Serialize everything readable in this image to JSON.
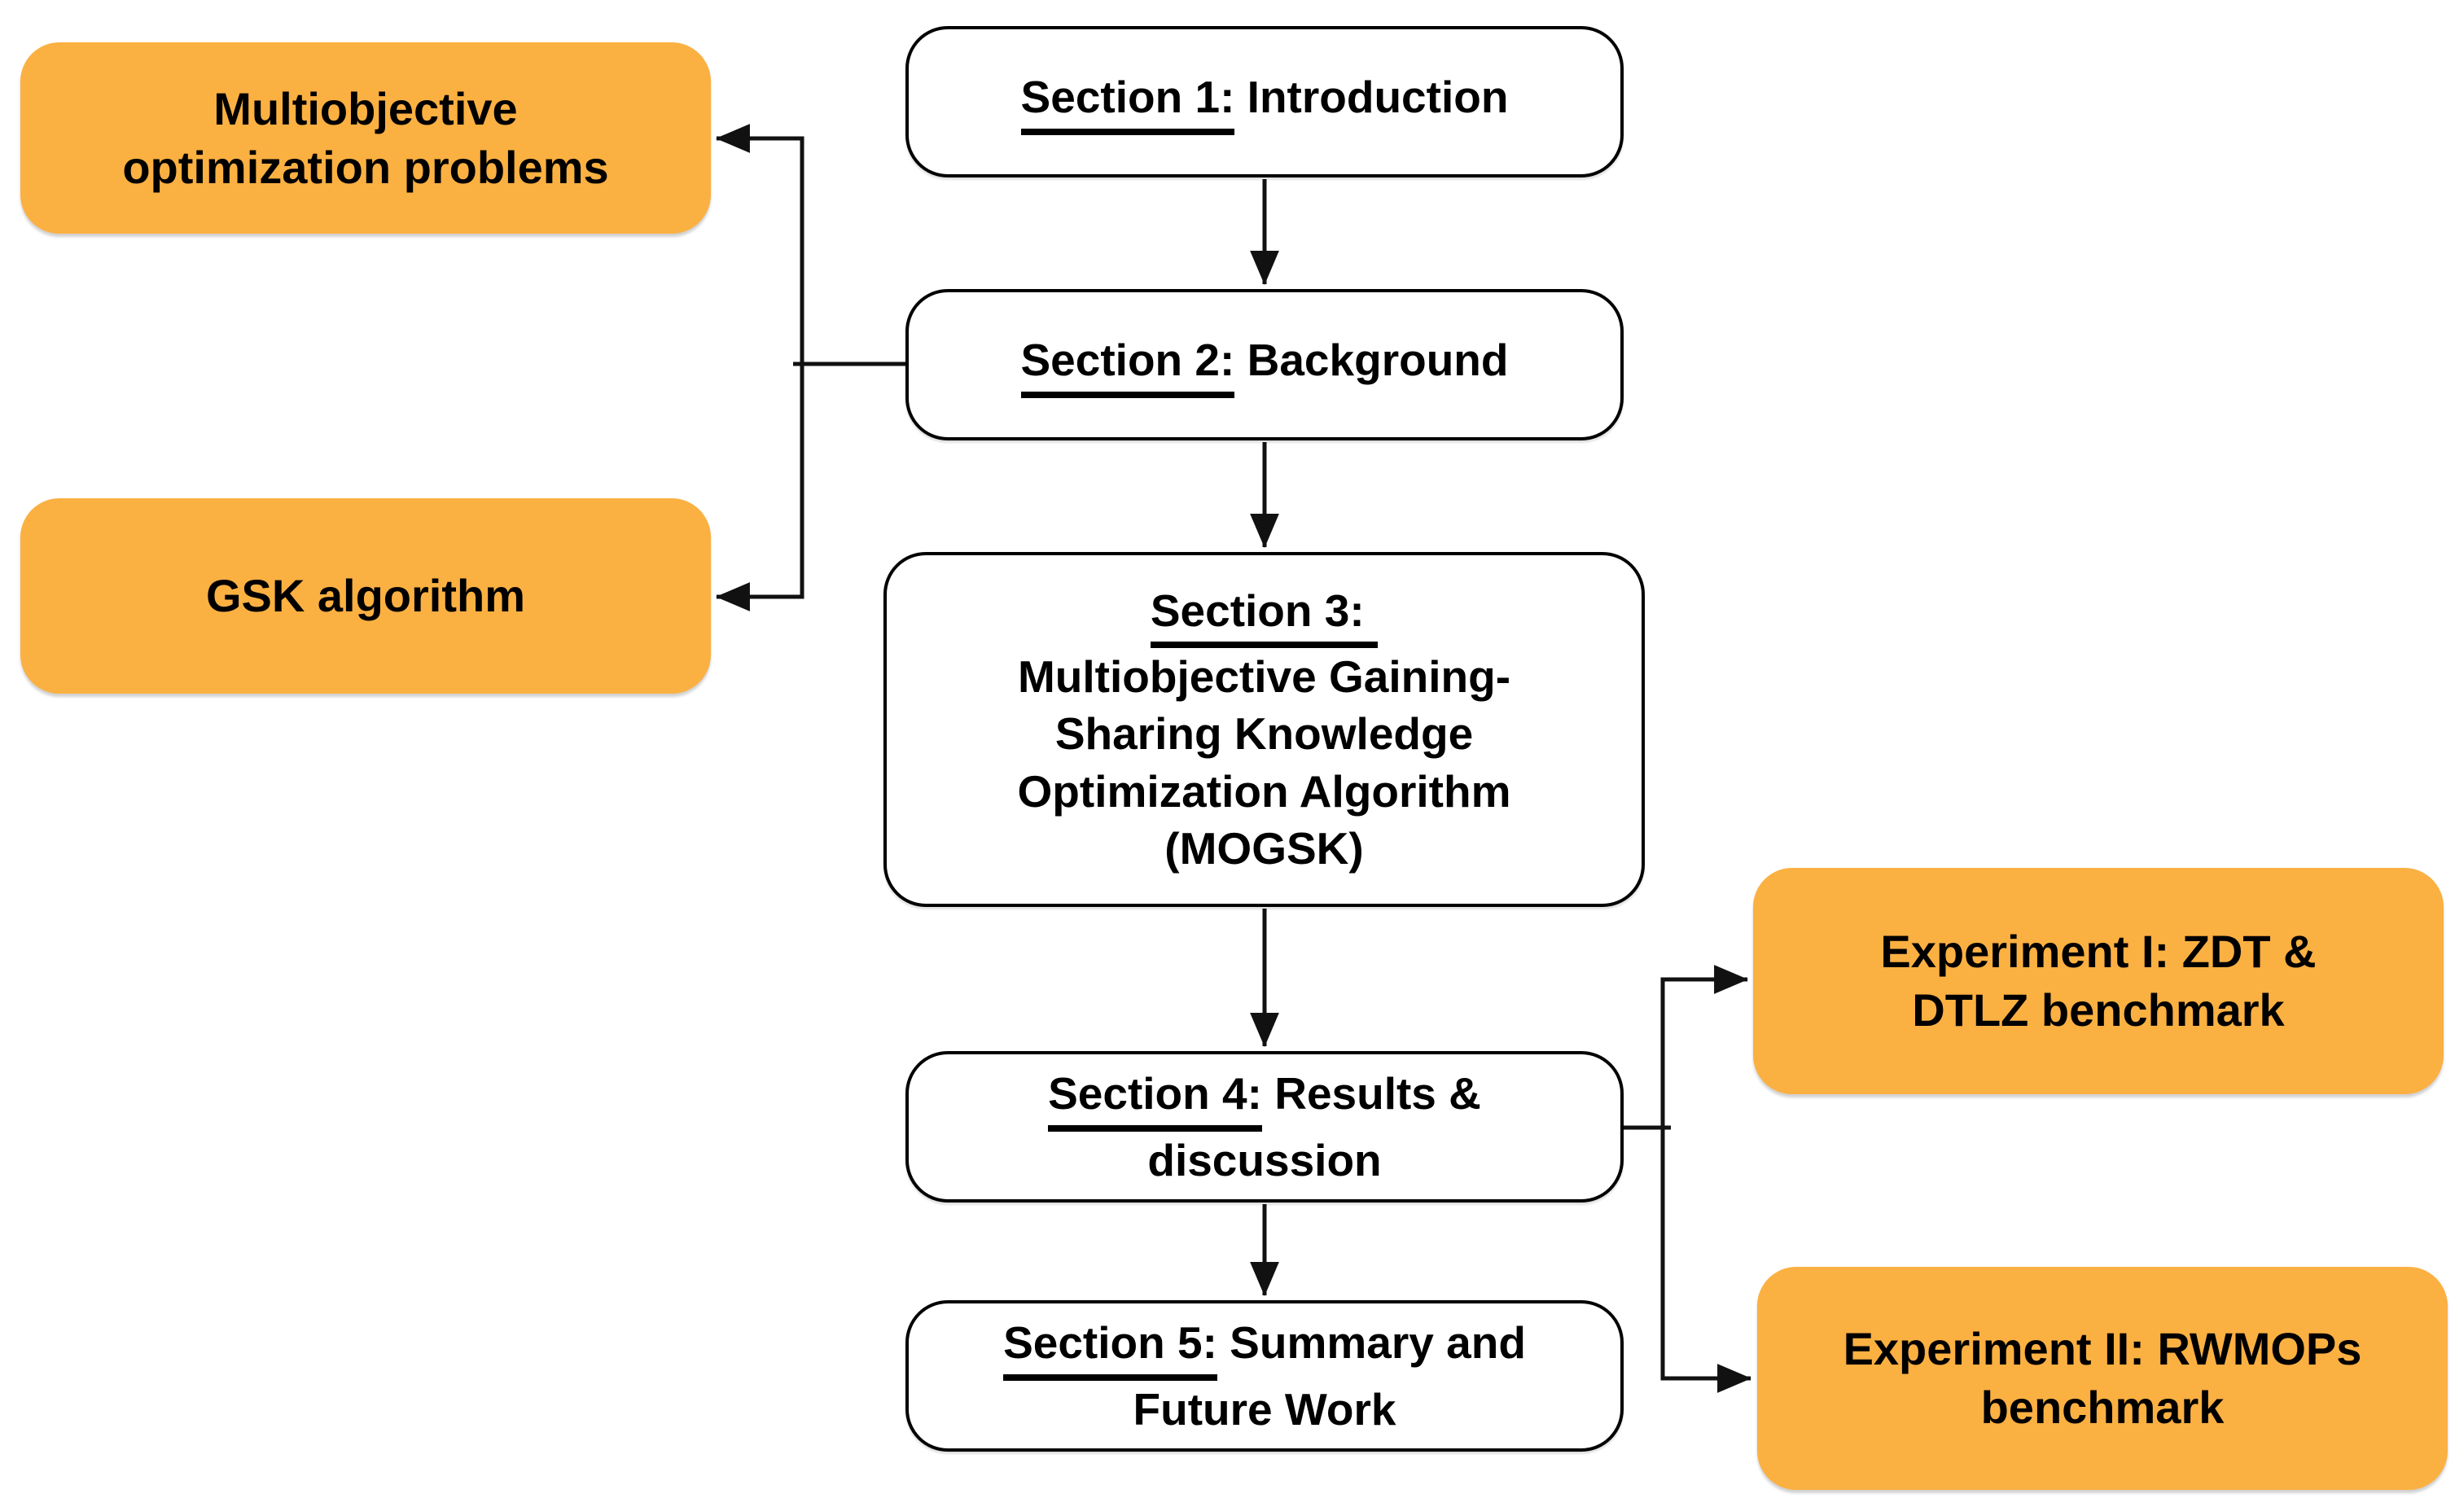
{
  "figure": {
    "kind": "paper-structure-flowchart"
  },
  "colors": {
    "topic_fill": "#FBB042",
    "section_fill": "#FFFFFF",
    "outline": "#000000",
    "text": "#000000"
  },
  "sections": [
    {
      "prefix": "Section 1:",
      "title": " Introduction"
    },
    {
      "prefix": "Section 2:",
      "title": " Background"
    },
    {
      "prefix": "Section 3:",
      "title": "Multiobjective Gaining-\nSharing Knowledge\nOptimization Algorithm\n(MOGSK)"
    },
    {
      "prefix": "Section 4:",
      "title": " Results &\ndiscussion"
    },
    {
      "prefix": "Section 5:",
      "title": " Summary and\nFuture Work"
    }
  ],
  "topics": {
    "left": [
      {
        "label": "Multiobjective\noptimization problems"
      },
      {
        "label": "GSK algorithm"
      }
    ],
    "right": [
      {
        "label": "Experiment I: ZDT &\nDTLZ benchmark"
      },
      {
        "label": "Experiment II: RWMOPs\nbenchmark"
      }
    ]
  }
}
